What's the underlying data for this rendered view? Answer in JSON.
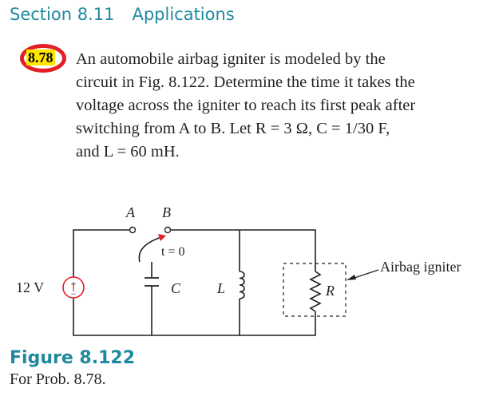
{
  "section": {
    "number": "Section 8.11",
    "title": "Applications"
  },
  "problem": {
    "number": "8.78",
    "lines": [
      "An automobile airbag igniter is modeled by the",
      "circuit in Fig. 8.122. Determine the time it takes the",
      "voltage across the igniter to reach its first peak after",
      "switching from A to B. Let R = 3 Ω, C = 1/30 F,",
      "and L = 60 mH."
    ]
  },
  "circuit": {
    "source_label": "12 V",
    "source_plus": "+",
    "source_minus": "−",
    "switch_a": "A",
    "switch_b": "B",
    "switch_time": "t = 0",
    "capacitor": "C",
    "inductor": "L",
    "resistor": "R",
    "igniter_label": "Airbag igniter",
    "source_plus_color": "#e41e26"
  },
  "figure": {
    "label": "Figure 8.122",
    "caption": "For Prob. 8.78."
  },
  "colors": {
    "accent": "#1f8a9f",
    "highlight": "#ffe600",
    "circle": "#e41e26"
  }
}
